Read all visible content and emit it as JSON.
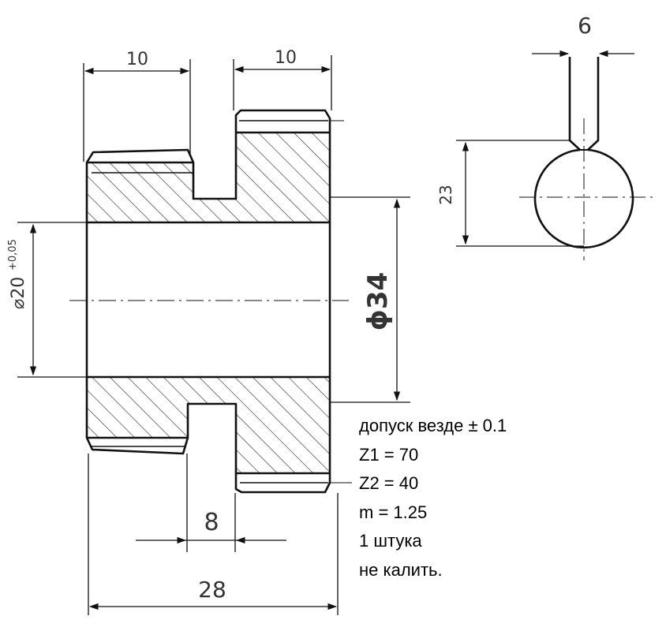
{
  "dimensions": {
    "left_width": "10",
    "right_width": "10",
    "key_width": "6",
    "key_depth": "23",
    "bore": "⌀20",
    "bore_tolerance": "+0,05",
    "outer": "ϕ34",
    "groove": "8",
    "length": "28"
  },
  "notes": [
    "допуск везде ± 0.1",
    "Z1 = 70",
    "Z2 = 40",
    "m = 1.25",
    "1 штука",
    "не калить."
  ]
}
